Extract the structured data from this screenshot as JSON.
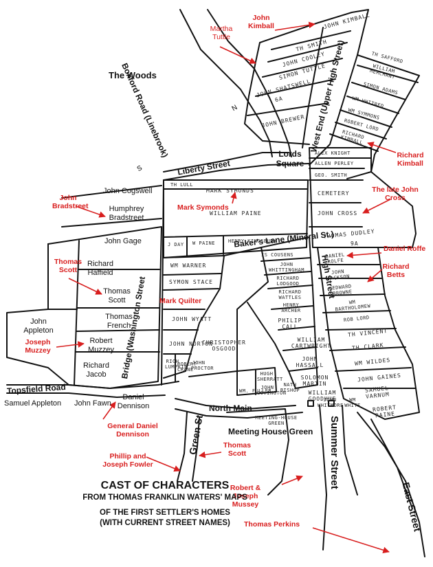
{
  "title": {
    "line1": "CAST OF CHARACTERS",
    "line2": "FROM THOMAS FRANKLIN WATERS' MAPS",
    "line3": "OF THE FIRST SETTLER'S HOMES",
    "line4": "(WITH CURRENT STREET NAMES)"
  },
  "streets": {
    "boxford": "Boxford Road (Linebrook)",
    "west_end": "West End (Upper High Street)",
    "liberty": "Liberty Street",
    "lords_square": "Lords Square",
    "bakers_lane": "Baker's Lane (Mineral St.)",
    "bridge": "Bridge (Washington Street",
    "high": "High Street",
    "topsfield": "Topsfield Road",
    "north_main": "North Main",
    "green": "Green St",
    "meeting_house_green": "Meeting House Green",
    "summer": "Summer Street",
    "east": "East Street"
  },
  "areas": {
    "woods": "The Woods"
  },
  "black_labels": {
    "john_cogswell": "John Cogswell",
    "humphrey_bradstreet": "Humphrey Bradstreet",
    "john_gage": "John Gage",
    "richard_haffield": "Richard Haffield",
    "thomas_scott": "Thomas Scott",
    "thomas_french": "Thomas French",
    "john_appleton": "John Appleton",
    "robert_muzzey": "Robert Muzzey",
    "richard_jacob": "Richard Jacob",
    "samuel_appleton": "Samuel Appleton",
    "john_fawn": "John Fawn",
    "daniel_dennison": "Daniel Dennison"
  },
  "red_labels": {
    "john_kimball": "John Kimball",
    "martha_tuttle": "Martha Tuttle",
    "richard_kimball": "Richard Kimball",
    "late_john_cross": "The late John Cross",
    "daniel_roffe": "Daniel Roffe",
    "richard_betts": "Richard Betts",
    "john_bradstreet": "John Bradstreet",
    "thomas_scott": "Thomas Scott",
    "mark_symonds": "Mark Symonds",
    "mark_quilter": "Mark Quilter",
    "joseph_muzzey": "Joseph Muzzey",
    "general_daniel_dennison": "General Daniel Dennison",
    "phillip_joseph_fowler": "Phillip and Joseph Fowler",
    "thomas_scott_2": "Thomas Scott",
    "robert_joseph_mussey": "Robert & Joseph Mussey",
    "thomas_perkins": "Thomas Perkins"
  },
  "lot_names": {
    "l01": "JOHN KIMBALL",
    "l02": "TH SMITH",
    "l03": "JOHN COOLEY",
    "l04": "SIMON TUTTLE",
    "l05": "JOHN SHATSWELL",
    "l06": "JOHN BREWER",
    "l07": "TH SAFFORD",
    "l08": "WILLIAM MERCHANT",
    "l09": "SIMON ADAMS",
    "l10": "WM WHITRED",
    "l11": "WM SYMMONS",
    "l12": "ROBERT LORD",
    "l13": "RICHARD KIMBALL",
    "l14": "ALEX KNIGHT",
    "l15": "ALLEN PERLEY",
    "l16": "GEO. SMITH",
    "l17": "CEMETERY",
    "l18": "JOHN CROSS",
    "l19": "THOMAS DUDLEY",
    "l20": "TH LULL",
    "l21": "MARK SYMONDS",
    "l22": "WILLIAM PAINE",
    "l23": "J DAY",
    "l24": "W PAINE",
    "l25": "HENRY KINGSBURY",
    "l26": "IS COUSENS",
    "l27": "JOHN WHITTINGHAM",
    "l28": "RICHARD LODGOOD",
    "l29": "RICHARD WATTLES",
    "l30": "HENRY ARCHER",
    "l31": "PHILIP CALL",
    "l32": "WILLIAM CARTWRIGHT",
    "l33": "JOHN HASSALL",
    "l34": "SOLOMON MARTIN",
    "l35": "WILLIAM GOODHUE",
    "l36": "JOHN WHITMORE",
    "l37": "WM WHITE",
    "l38": "DANIEL ROLFE",
    "l39": "JOHN JACKSON",
    "l40": "EDWARD BROWNE",
    "l41": "WM BARTHOLOMEW",
    "l42": "ROB LORD",
    "l43": "TH VINCENT",
    "l44": "TH CLARK",
    "l45": "WM WILDES",
    "l46": "JOHN GAINES",
    "l47": "SAMUEL VARNUM",
    "l48": "ROBERT PAINE",
    "l49": "WM WARNER",
    "l50": "SYMON STACE",
    "l51": "JOHN WYATT",
    "l52": "JOHN NORTON",
    "l53": "RICH LUMPKIN",
    "l54": "ROBERT CRANE",
    "l55": "JOHN PROCTOR",
    "l56": "CHRISTOPHER OSGOOD",
    "l57": "HUGH SHERRATT",
    "l58": "JOHN COVINGTON",
    "l59": "WM. FULLER",
    "l60": "NATH BISHOP",
    "l61": "MEETING-HOUSE GREEN"
  },
  "lot_numbers": {
    "shatswell": "6A",
    "dudley": "9A"
  },
  "compass": {
    "north": "N",
    "south": "S"
  }
}
